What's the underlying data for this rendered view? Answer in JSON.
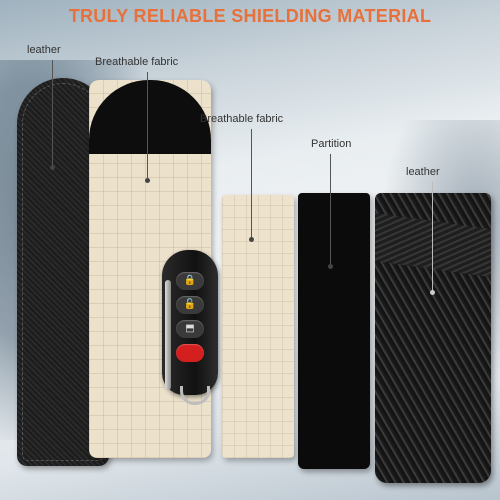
{
  "header": {
    "title": "TRULY RELIABLE SHIELDING MATERIAL",
    "title_color": "#E8703A"
  },
  "labels": {
    "leather_left": "leather",
    "fabric_1": "Breathable fabric",
    "fabric_2": "Breathable fabric",
    "partition": "Partition",
    "leather_right": "leather"
  },
  "key_fob": {
    "buttons": [
      {
        "icon": "lock-closed-icon",
        "glyph": "🔒"
      },
      {
        "icon": "lock-open-icon",
        "glyph": "🔓"
      },
      {
        "icon": "trunk-icon",
        "glyph": "⬒"
      },
      {
        "icon": "panic-button",
        "glyph": ""
      }
    ],
    "panic_color": "#D41F1F"
  },
  "colors": {
    "fabric": "#ECE1CB",
    "leather": "#1C1C1C",
    "partition": "#0B0B0B"
  }
}
